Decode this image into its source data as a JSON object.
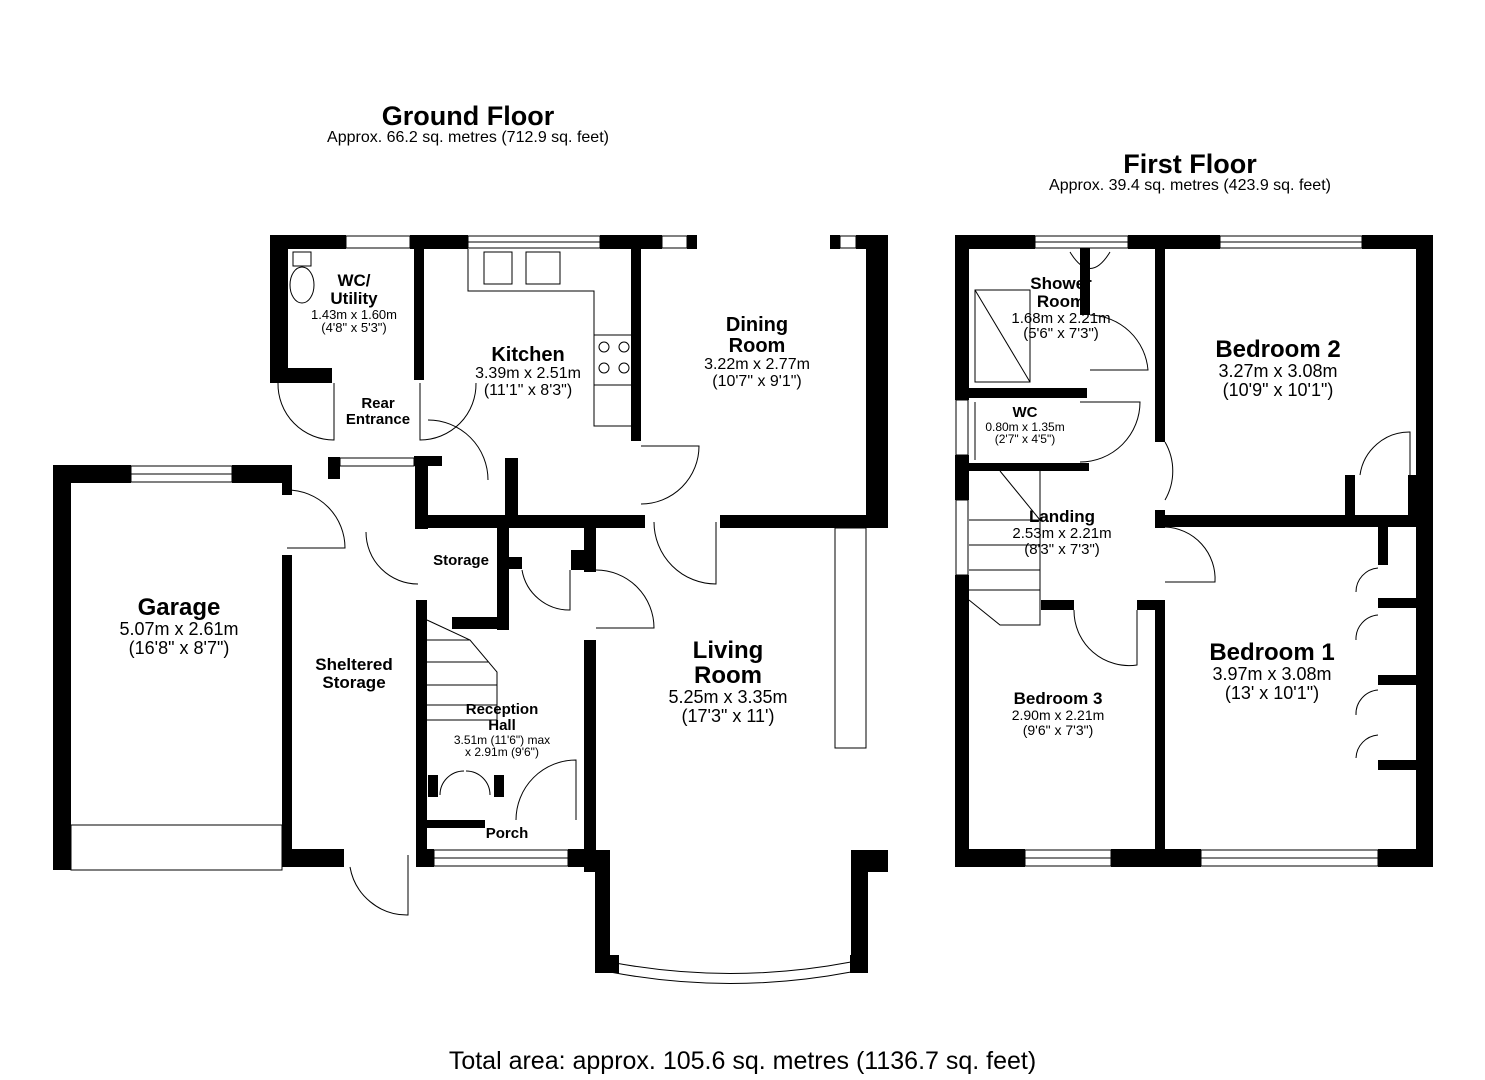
{
  "ground_floor": {
    "title": "Ground Floor",
    "area": "Approx. 66.2 sq. metres (712.9 sq. feet)",
    "rooms": {
      "wc_utility": {
        "name_1": "WC/",
        "name_2": "Utility",
        "dim_1": "1.43m x 1.60m",
        "dim_2": "(4'8\" x 5'3\")"
      },
      "rear_entrance": {
        "name_1": "Rear",
        "name_2": "Entrance"
      },
      "kitchen": {
        "name": "Kitchen",
        "dim_1": "3.39m x 2.51m",
        "dim_2": "(11'1\" x 8'3\")"
      },
      "dining_room": {
        "name_1": "Dining",
        "name_2": "Room",
        "dim_1": "3.22m x 2.77m",
        "dim_2": "(10'7\" x 9'1\")"
      },
      "garage": {
        "name": "Garage",
        "dim_1": "5.07m x 2.61m",
        "dim_2": "(16'8\" x 8'7\")"
      },
      "storage": {
        "name": "Storage"
      },
      "sheltered_storage": {
        "name_1": "Sheltered",
        "name_2": "Storage"
      },
      "reception_hall": {
        "name_1": "Reception",
        "name_2": "Hall",
        "dim_1": "3.51m (11'6\") max",
        "dim_2": "x 2.91m (9'6\")"
      },
      "porch": {
        "name": "Porch"
      },
      "living_room": {
        "name_1": "Living",
        "name_2": "Room",
        "dim_1": "5.25m x 3.35m",
        "dim_2": "(17'3\" x 11')"
      }
    }
  },
  "first_floor": {
    "title": "First Floor",
    "area": "Approx. 39.4 sq. metres (423.9 sq. feet)",
    "rooms": {
      "shower_room": {
        "name_1": "Shower",
        "name_2": "Room",
        "dim_1": "1.68m x 2.21m",
        "dim_2": "(5'6\" x 7'3\")"
      },
      "wc": {
        "name": "WC",
        "dim_1": "0.80m x 1.35m",
        "dim_2": "(2'7\" x 4'5\")"
      },
      "landing": {
        "name": "Landing",
        "dim_1": "2.53m x 2.21m",
        "dim_2": "(8'3\" x 7'3\")"
      },
      "bedroom_2": {
        "name": "Bedroom 2",
        "dim_1": "3.27m x 3.08m",
        "dim_2": "(10'9\" x 10'1\")"
      },
      "bedroom_1": {
        "name": "Bedroom 1",
        "dim_1": "3.97m x 3.08m",
        "dim_2": "(13' x 10'1\")"
      },
      "bedroom_3": {
        "name": "Bedroom 3",
        "dim_1": "2.90m x 2.21m",
        "dim_2": "(9'6\" x 7'3\")"
      }
    }
  },
  "total_area": "Total area: approx. 105.6 sq. metres (1136.7 sq. feet)"
}
